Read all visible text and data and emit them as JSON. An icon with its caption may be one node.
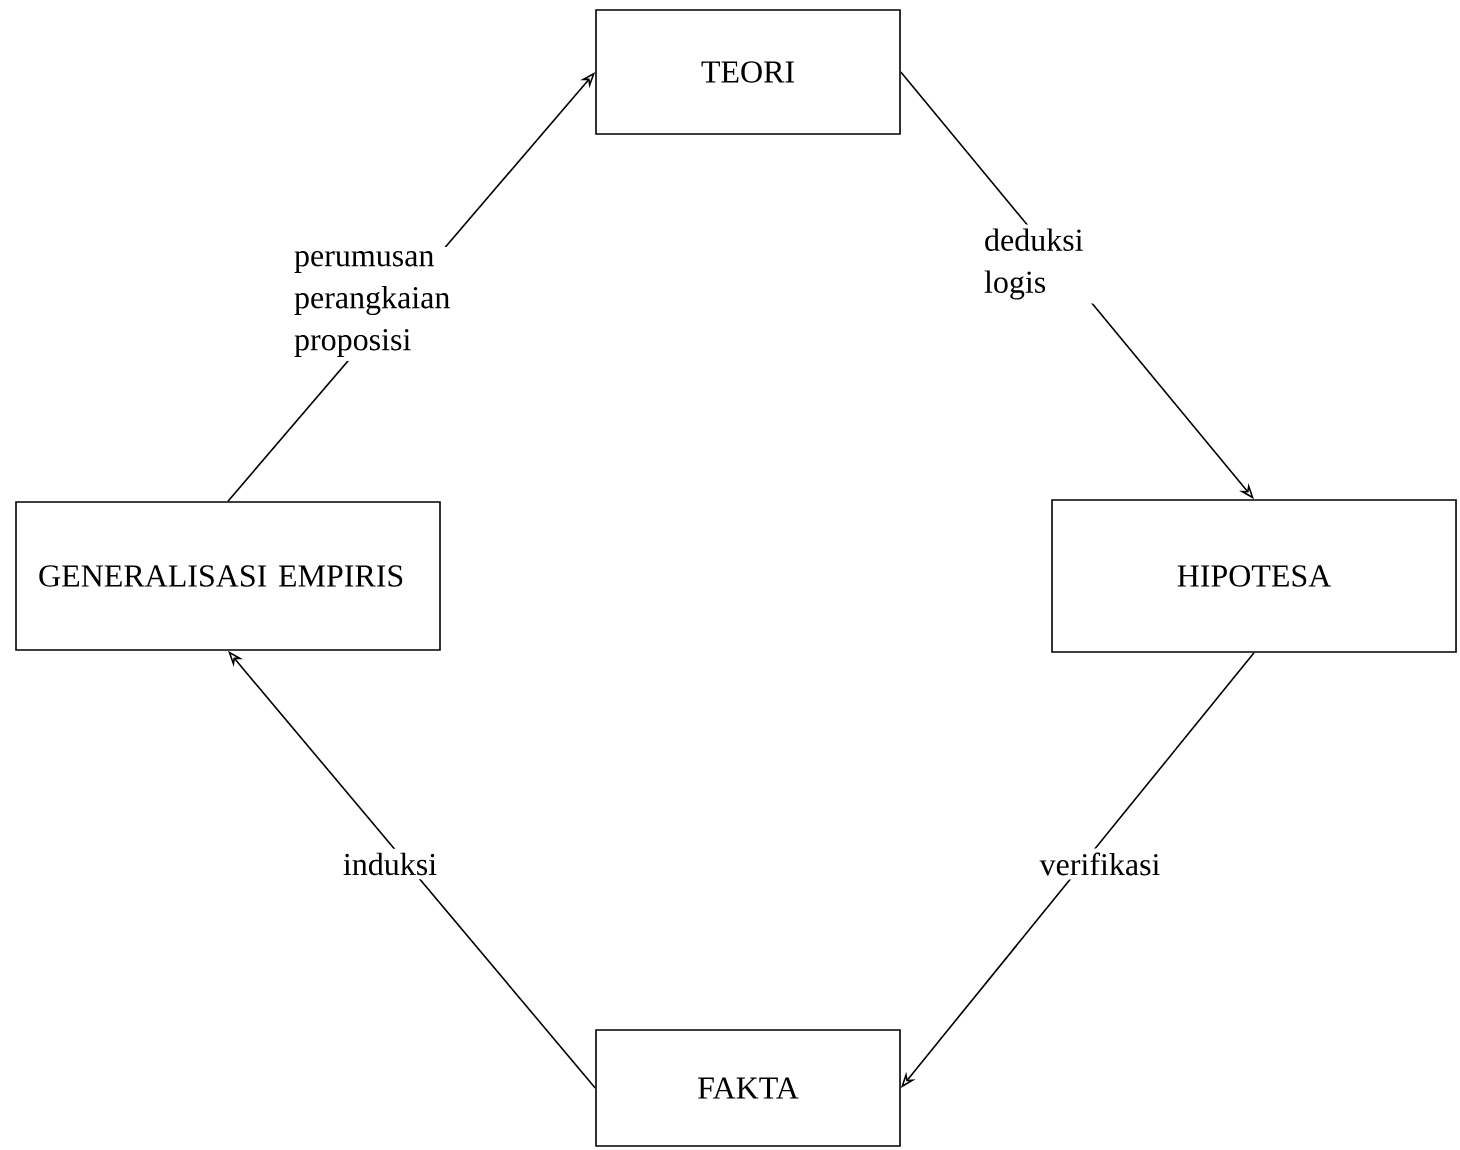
{
  "diagram": {
    "nodes": [
      {
        "text": [
          "TEORI"
        ]
      },
      {
        "text": [
          "HIPOTESA"
        ]
      },
      {
        "text": [
          "FAKTA"
        ]
      },
      {
        "text": [
          "GENERALISASI EMPIRIS"
        ]
      }
    ],
    "edges": [
      {
        "from": 0,
        "to": 1,
        "arrow": "to",
        "label": "deduksi logis"
      },
      {
        "from": 1,
        "to": 2,
        "arrow": "to",
        "label": "verifikasi"
      },
      {
        "from": 2,
        "to": 3,
        "arrow": "to",
        "label": "induksi"
      },
      {
        "from": 3,
        "to": 0,
        "arrow": "to",
        "label": "perumusan perangkaian proposisi"
      }
    ]
  }
}
